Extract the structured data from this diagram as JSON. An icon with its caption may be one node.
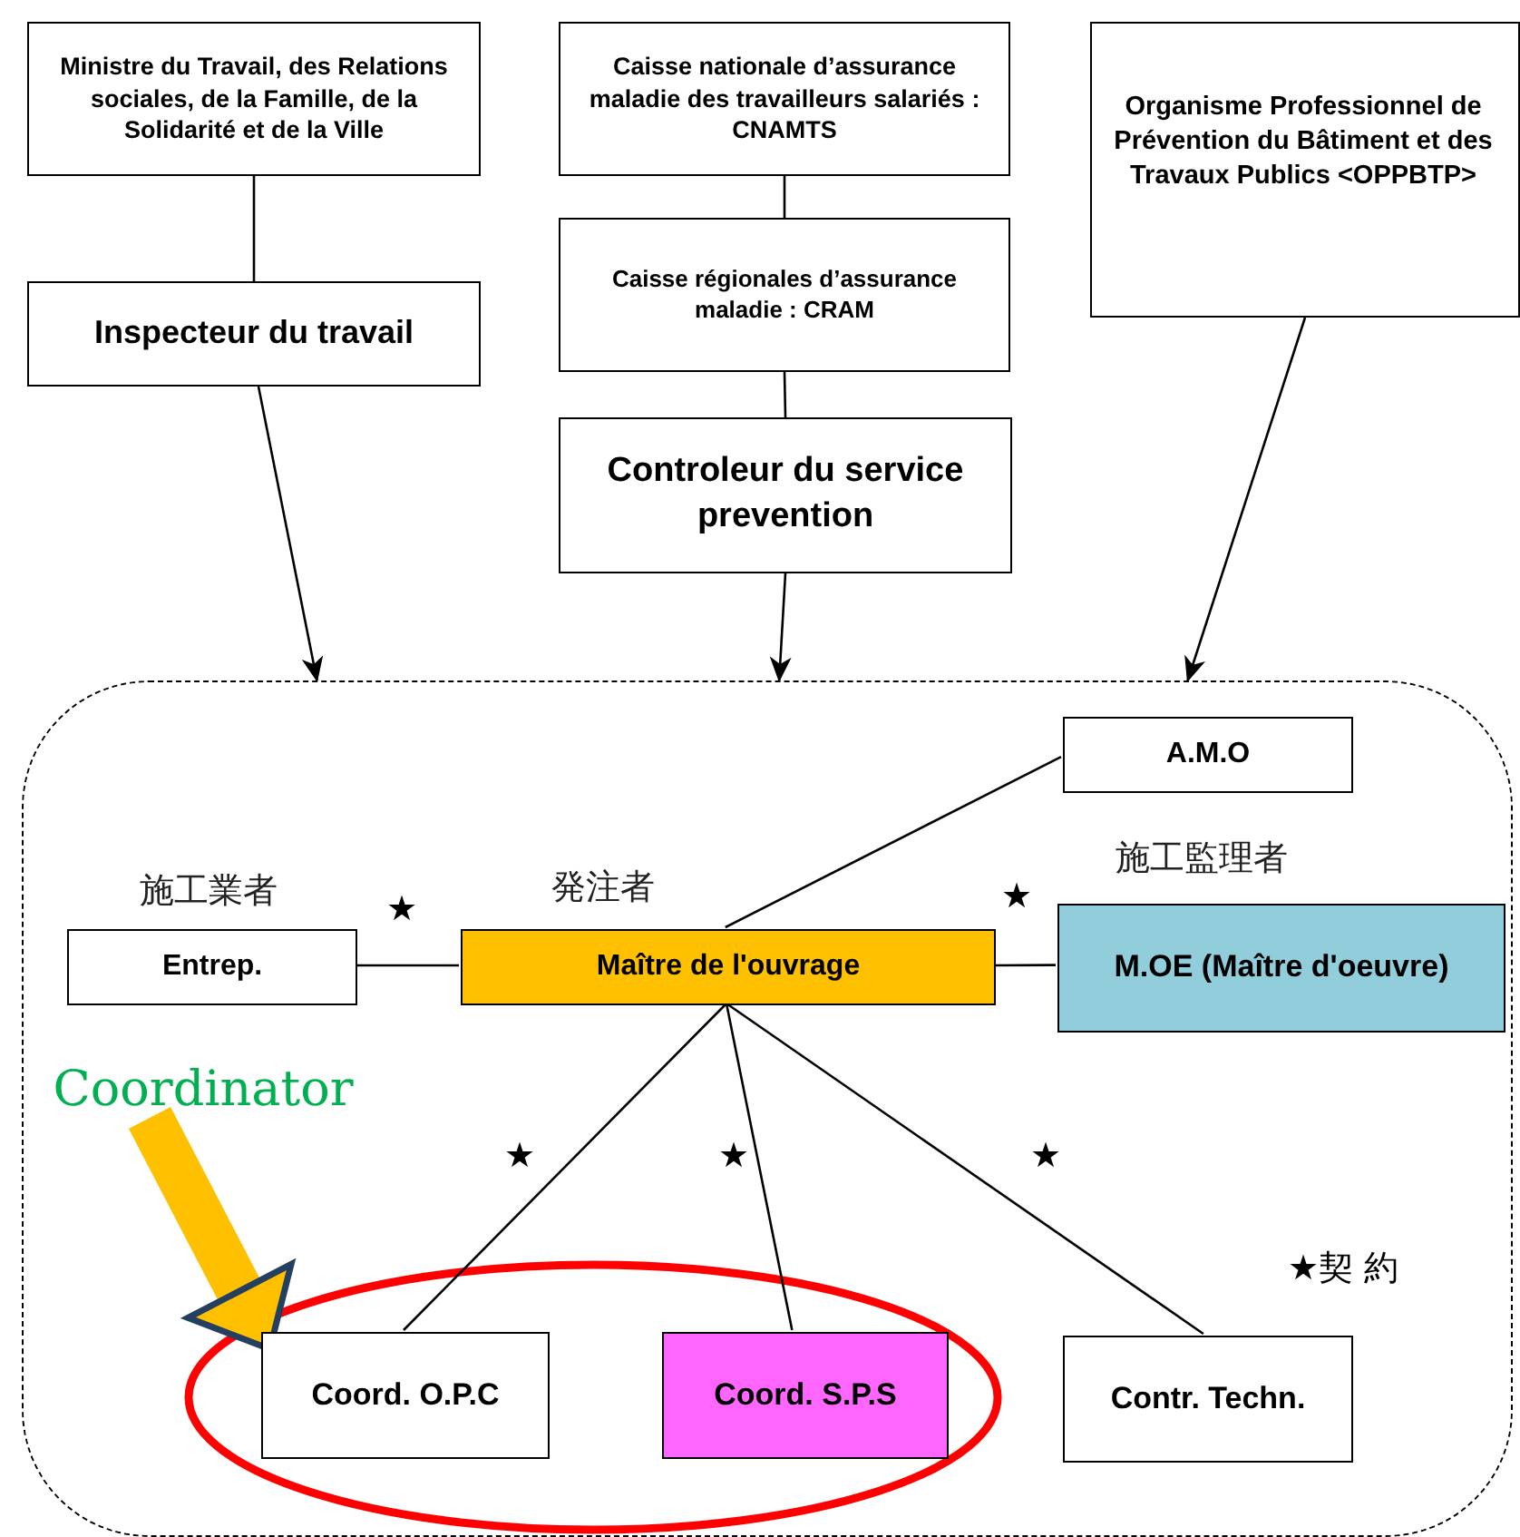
{
  "diagram": {
    "nodes": [
      {
        "text": [
          "Ministre du Travail, des Relations sociales, de la Famille, de la Solidarité et de la Ville"
        ]
      },
      {
        "text": [
          "Caisse nationale d’assurance maladie des travailleurs salariés : CNAMTS"
        ]
      },
      {
        "text": [
          "Organisme Professionnel de Prévention du Bâtiment et des Travaux Publics <OPPBTP>"
        ]
      },
      {
        "text": [
          "Inspecteur du travail"
        ]
      },
      {
        "text": [
          "Caisse régionales d’assurance maladie : CRAM"
        ]
      },
      {
        "text": [
          "Controleur du service prevention"
        ]
      },
      {
        "text": [],
        "shape": "box"
      },
      {
        "text": [
          "A.M.O"
        ],
        "in": 6
      },
      {
        "text": [
          "Entrep."
        ],
        "beside": [
          "施工業者"
        ],
        "in": 6
      },
      {
        "text": [
          "Maître de l'ouvrage"
        ],
        "beside": [
          "発注者"
        ],
        "in": 6
      },
      {
        "text": [
          "M.OE (Maître d'oeuvre)"
        ],
        "beside": [
          "施工監理者"
        ],
        "in": 6
      },
      {
        "text": [
          "Coordinator"
        ],
        "in": 6
      },
      {
        "text": [],
        "shape": "ellipse",
        "in": 6
      },
      {
        "text": [
          "Coord. O.P.C"
        ],
        "in": 12
      },
      {
        "text": [
          "Coord. S.P.S"
        ],
        "in": 12
      },
      {
        "text": [
          "Contr. Techn."
        ],
        "in": 6
      }
    ],
    "edges": [
      {
        "from": 0,
        "to": 3,
        "arrow": "none"
      },
      {
        "from": 1,
        "to": 4,
        "arrow": "none"
      },
      {
        "from": 4,
        "to": 5,
        "arrow": "none"
      },
      {
        "from": 3,
        "to": 6,
        "arrow": "to"
      },
      {
        "from": 5,
        "to": 6,
        "arrow": "to"
      },
      {
        "from": 2,
        "to": 6,
        "arrow": "to"
      },
      {
        "from": 8,
        "to": 9,
        "arrow": "none"
      },
      {
        "from": 9,
        "to": 7,
        "arrow": "none"
      },
      {
        "from": 9,
        "to": 10,
        "arrow": "none"
      },
      {
        "from": 9,
        "to": 13,
        "arrow": "none"
      },
      {
        "from": 9,
        "to": 14,
        "arrow": "none"
      },
      {
        "from": 9,
        "to": 15,
        "arrow": "none"
      },
      {
        "from": 11,
        "to": 12,
        "arrow": "to",
        "style": "thick",
        "color": "#ffc000"
      }
    ],
    "labels": [
      "★",
      "★",
      "★",
      "★",
      "★",
      "★契 約"
    ]
  }
}
